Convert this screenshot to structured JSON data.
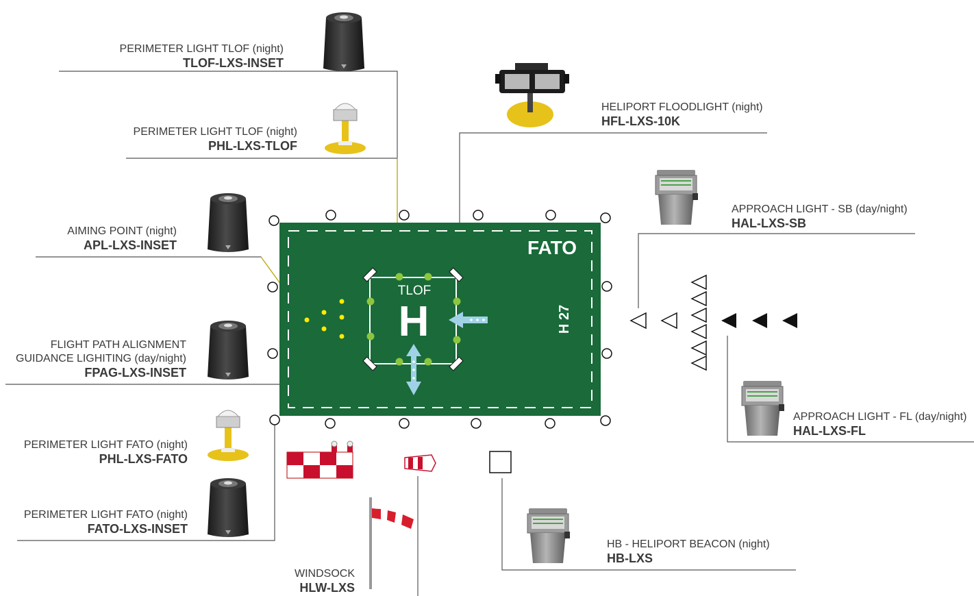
{
  "pad": {
    "fato_title": "FATO",
    "tlof_label": "TLOF",
    "h_marking": "H",
    "runway_marking": "H 27"
  },
  "labels": {
    "tlof_inset": {
      "sub": "PERIMETER LIGHT TLOF (night)",
      "code": "TLOF-LXS-INSET"
    },
    "phl_tlof": {
      "sub": "PERIMETER LIGHT TLOF (night)",
      "code": "PHL-LXS-TLOF"
    },
    "apl": {
      "sub": "AIMING POINT (night)",
      "code": "APL-LXS-INSET"
    },
    "fpag": {
      "sub1": "FLIGHT PATH ALIGNMENT",
      "sub2": "GUIDANCE LIGHITING (day/night)",
      "code": "FPAG-LXS-INSET"
    },
    "phl_fato": {
      "sub": "PERIMETER LIGHT FATO (night)",
      "code": "PHL-LXS-FATO"
    },
    "fato_inset": {
      "sub": "PERIMETER LIGHT FATO (night)",
      "code": "FATO-LXS-INSET"
    },
    "hfl": {
      "sub": "HELIPORT FLOODLIGHT (night)",
      "code": "HFL-LXS-10K"
    },
    "hal_sb": {
      "sub": "APPROACH LIGHT - SB (day/night)",
      "code": "HAL-LXS-SB"
    },
    "hal_fl": {
      "sub": "APPROACH LIGHT - FL (day/night)",
      "code": "HAL-LXS-FL"
    },
    "hb": {
      "sub": "HB - HELIPORT BEACON (night)",
      "code": "HB-LXS"
    },
    "windsock": {
      "sub": "WINDSOCK",
      "code": "HLW-LXS"
    }
  },
  "colors": {
    "fato_green": "#1a6a3a",
    "tlof_light": "#8cc63f",
    "aiming_light": "#ffea00",
    "arrow_blue": "#9fd2e6",
    "leader_yellow": "#c9b400",
    "leader_gray": "#555555",
    "windsock_red": "#d81e2c",
    "fixture_black": "#2b2b2b",
    "fixture_yellow": "#e7c21a"
  }
}
